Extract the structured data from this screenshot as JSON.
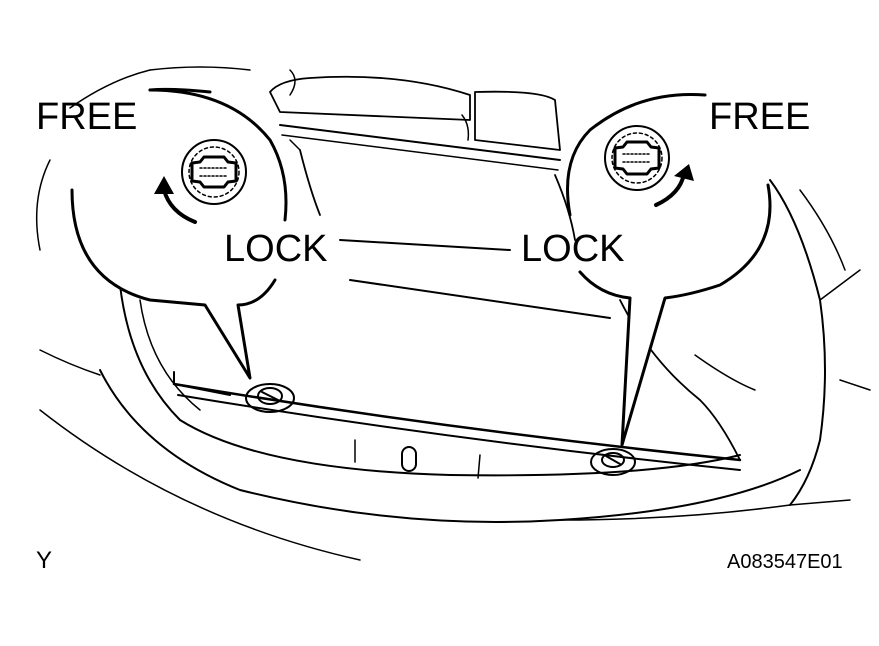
{
  "labels": {
    "free_left": "FREE",
    "free_right": "FREE",
    "lock_left": "LOCK",
    "lock_right": "LOCK",
    "figure_letter": "Y",
    "figure_code": "A083547E01"
  },
  "colors": {
    "ink": "#000000",
    "paper": "#ffffff"
  },
  "icons": [
    "rotate-arrow-icon",
    "rotate-arrow-icon"
  ]
}
